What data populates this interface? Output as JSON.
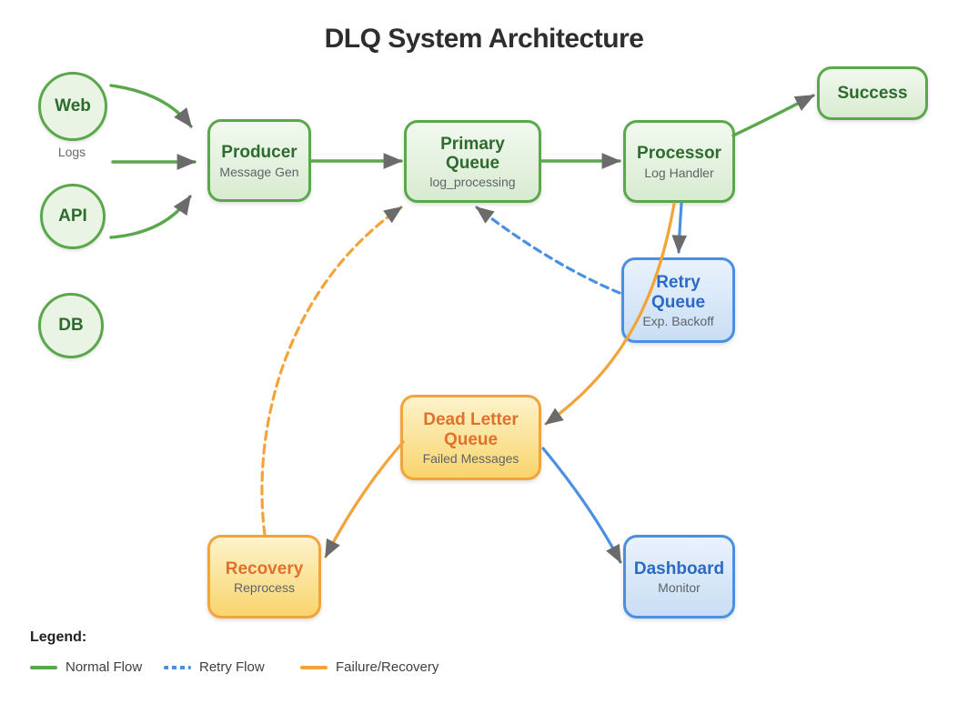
{
  "title": "DLQ System Architecture",
  "sources": {
    "web": {
      "label": "Web",
      "sublabel": "Logs"
    },
    "api": {
      "label": "API"
    },
    "db": {
      "label": "DB"
    }
  },
  "nodes": {
    "producer": {
      "title": "Producer",
      "subtitle": "Message Gen"
    },
    "primary_queue": {
      "title": "Primary Queue",
      "subtitle": "log_processing"
    },
    "processor": {
      "title": "Processor",
      "subtitle": "Log Handler"
    },
    "success": {
      "title": "Success"
    },
    "retry_queue": {
      "title": "Retry Queue",
      "subtitle": "Exp. Backoff"
    },
    "dead_letter_queue": {
      "title": "Dead Letter Queue",
      "subtitle": "Failed Messages"
    },
    "recovery": {
      "title": "Recovery",
      "subtitle": "Reprocess"
    },
    "dashboard": {
      "title": "Dashboard",
      "subtitle": "Monitor"
    }
  },
  "legend": {
    "heading": "Legend:",
    "items": [
      {
        "label": "Normal Flow",
        "style": "solid",
        "color": "#5BA74C"
      },
      {
        "label": "Retry Flow",
        "style": "dashed",
        "color": "#4A90E2"
      },
      {
        "label": "Failure/Recovery",
        "style": "solid",
        "color": "#F2A43A"
      }
    ]
  },
  "colors": {
    "normal_flow": "#5BA74C",
    "retry_flow": "#4A90E2",
    "failure_flow": "#F2A43A",
    "arrowhead": "#6B6B6B",
    "green_text": "#2E6B2E",
    "blue_text": "#2A6AC5",
    "orange_text": "#E0702D",
    "subtitle_text": "#5F6368",
    "heading_text": "#2E2E2E"
  }
}
